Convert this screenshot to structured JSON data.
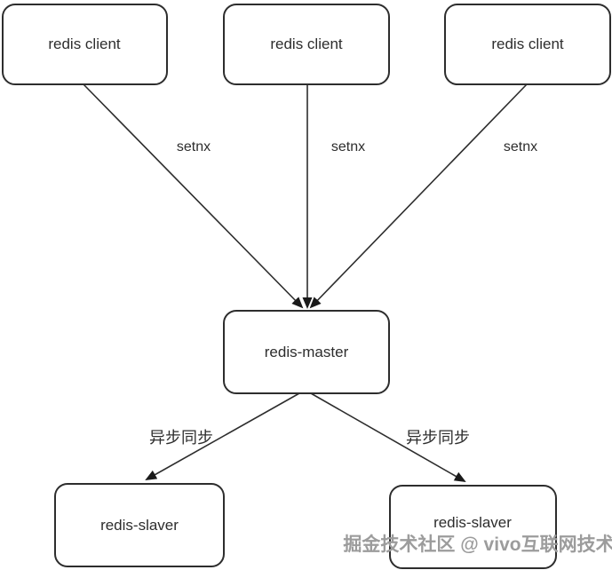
{
  "diagram": {
    "nodes": {
      "client1": {
        "label": "redis client"
      },
      "client2": {
        "label": "redis client"
      },
      "client3": {
        "label": "redis client"
      },
      "master": {
        "label": "redis-master"
      },
      "slaver1": {
        "label": "redis-slaver"
      },
      "slaver2": {
        "label": "redis-slaver"
      }
    },
    "edge_labels": {
      "setnx1": "setnx",
      "setnx2": "setnx",
      "setnx3": "setnx",
      "sync1": "异步同步",
      "sync2": "异步同步"
    },
    "watermark": "掘金技术社区 @ vivo互联网技术",
    "colors": {
      "line": "#2d2d2d",
      "box_border": "#2d2d2d",
      "box_fill": "#ffffff",
      "label_text": "#2d2d2d",
      "arrowhead": "#1a1a1a",
      "watermark_text": "#9c9c9c",
      "background": "#ffffff"
    }
  }
}
